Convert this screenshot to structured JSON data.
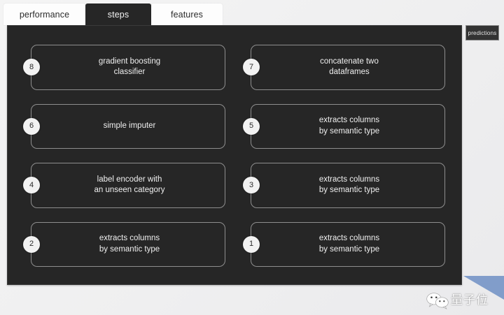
{
  "tabs": [
    {
      "id": "performance",
      "label": "performance",
      "active": false
    },
    {
      "id": "steps",
      "label": "steps",
      "active": true
    },
    {
      "id": "features",
      "label": "features",
      "active": false
    }
  ],
  "predictions_tab": {
    "label": "predictions"
  },
  "panel": {
    "background_color": "#262626",
    "border_color": "#3a3a3a"
  },
  "steps": [
    {
      "number": "8",
      "label": "gradient boosting\nclassifier"
    },
    {
      "number": "7",
      "label": "concatenate two\ndataframes"
    },
    {
      "number": "6",
      "label": "simple imputer"
    },
    {
      "number": "5",
      "label": "extracts columns\nby semantic type"
    },
    {
      "number": "4",
      "label": "label encoder with\nan unseen category"
    },
    {
      "number": "3",
      "label": "extracts columns\nby semantic type"
    },
    {
      "number": "2",
      "label": "extracts columns\nby semantic type"
    },
    {
      "number": "1",
      "label": "extracts columns\nby semantic type"
    }
  ],
  "watermark": {
    "text": "量子位",
    "icon": "wechat-icon",
    "accent_color": "#6f8fc4"
  }
}
